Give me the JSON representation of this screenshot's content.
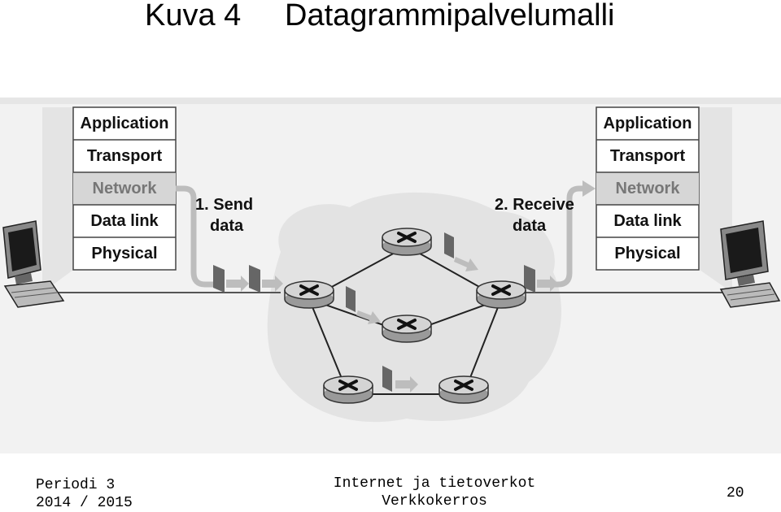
{
  "header": {
    "figure_label": "Kuva 4",
    "title": "Datagrammipalvelumalli"
  },
  "diagram": {
    "left_stack": [
      "Application",
      "Transport",
      "Network",
      "Data link",
      "Physical"
    ],
    "right_stack": [
      "Application",
      "Transport",
      "Network",
      "Data link",
      "Physical"
    ],
    "send_label": [
      "1. Send",
      "data"
    ],
    "receive_label": [
      "2. Receive",
      "data"
    ],
    "highlighted_layer": "Network"
  },
  "footer": {
    "period_line1": "Periodi 3",
    "period_line2": "2014 / 2015",
    "course_line1": "Internet ja tietoverkot",
    "course_line2": "Verkkokerros",
    "page_number": "20"
  }
}
